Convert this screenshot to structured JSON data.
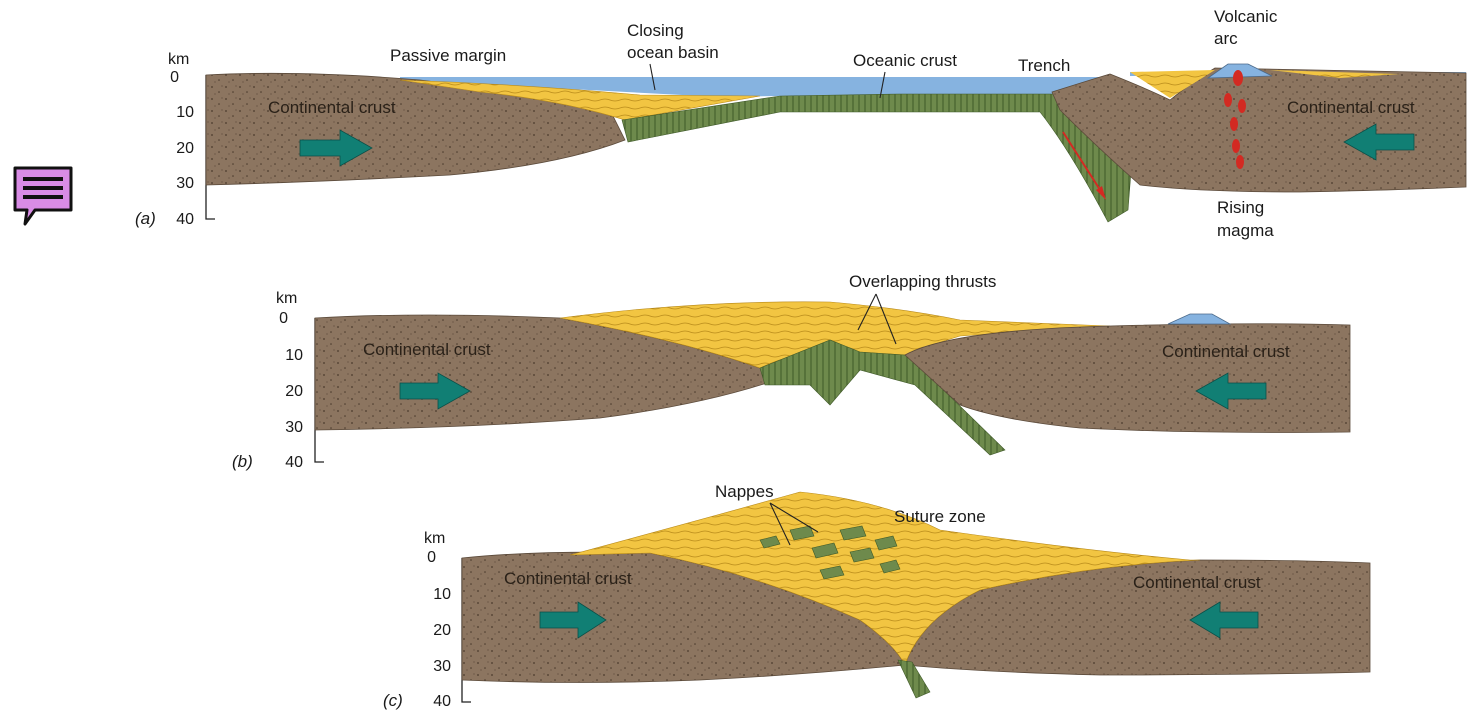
{
  "colors": {
    "continental_crust": "#8c7560",
    "sediment": "#f2c542",
    "oceanic_crust": "#6e8a4c",
    "ocean": "#86b3e0",
    "arrow": "#117f74",
    "magma": "#d32a22",
    "note_icon": "#d98ce6"
  },
  "note_button": {
    "icon": "speech-note-icon"
  },
  "axis": {
    "unit": "km",
    "ticks": [
      "0",
      "10",
      "20",
      "30",
      "40"
    ]
  },
  "panels": {
    "a": {
      "tag": "(a)",
      "labels": {
        "passive_margin": "Passive margin",
        "closing_1": "Closing",
        "closing_2": "ocean basin",
        "oceanic_crust": "Oceanic crust",
        "trench": "Trench",
        "volcanic_1": "Volcanic",
        "volcanic_2": "arc",
        "rising_1": "Rising",
        "rising_2": "magma",
        "crust_left": "Continental crust",
        "crust_right": "Continental crust"
      }
    },
    "b": {
      "tag": "(b)",
      "labels": {
        "thrusts": "Overlapping thrusts",
        "crust_left": "Continental crust",
        "crust_right": "Continental crust"
      }
    },
    "c": {
      "tag": "(c)",
      "labels": {
        "nappes": "Nappes",
        "suture": "Suture zone",
        "crust_left": "Continental crust",
        "crust_right": "Continental crust"
      }
    }
  }
}
